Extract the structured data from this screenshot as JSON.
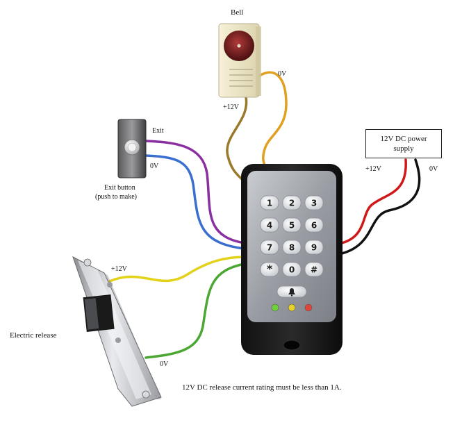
{
  "labels": {
    "bell": "Bell",
    "bell_0v": "0V",
    "bell_12v": "+12V",
    "exit": "Exit",
    "exit_0v": "0V",
    "exit_button_line1": "Exit button",
    "exit_button_line2": "(push to make)",
    "psu_line1": "12V DC power",
    "psu_line2": "supply",
    "psu_12v": "+12V",
    "psu_0v": "0V",
    "release_12v": "+12V",
    "release_0v": "0V",
    "electric_release": "Electric release",
    "note": "12V DC release current rating must be less than 1A."
  },
  "keypad": {
    "keys": [
      "1",
      "2",
      "3",
      "4",
      "5",
      "6",
      "7",
      "8",
      "9",
      "*",
      "0",
      "#"
    ]
  },
  "colors": {
    "wire_bell_12v": "#9a7a2a",
    "wire_bell_0v": "#e0a020",
    "wire_exit": "#8a2fa0",
    "wire_exit_0v": "#3a6fd0",
    "wire_psu_12v": "#d01818",
    "wire_psu_0v": "#111111",
    "wire_release_12v": "#e2d21a",
    "wire_release_0v": "#4aa832",
    "led_green": "#6fd13a",
    "led_yellow": "#e8d22a",
    "led_red": "#e0463a"
  }
}
